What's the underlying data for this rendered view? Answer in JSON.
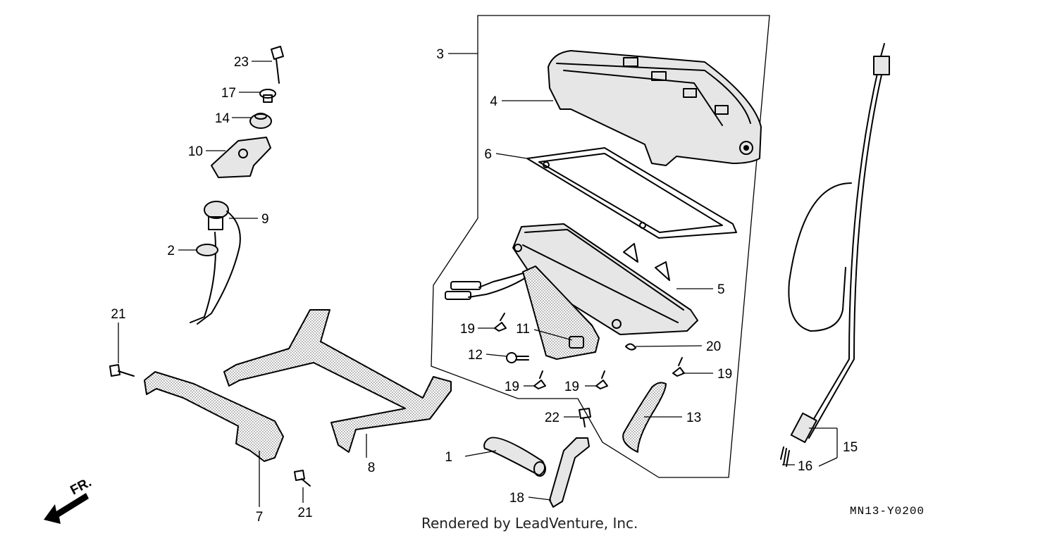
{
  "credit_text": "Rendered by LeadVenture, Inc.",
  "diagram_code": "MN13-Y0200",
  "front_marker": "FR.",
  "callouts": [
    "1",
    "2",
    "3",
    "4",
    "5",
    "6",
    "7",
    "8",
    "9",
    "10",
    "11",
    "12",
    "13",
    "14",
    "15",
    "16",
    "17",
    "18",
    "19",
    "19",
    "19",
    "19",
    "20",
    "21",
    "21",
    "22",
    "23"
  ]
}
